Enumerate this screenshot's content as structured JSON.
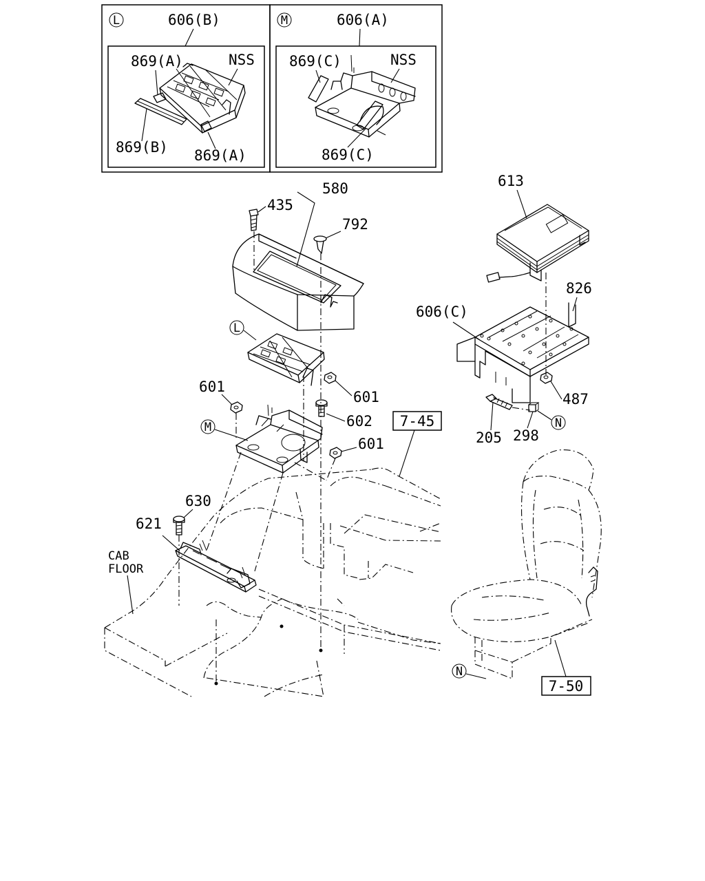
{
  "inset_l": {
    "marker": "L",
    "title": "606(B)",
    "labels": {
      "a_top": "869(A)",
      "nss": "NSS",
      "b": "869(B)",
      "a_bottom": "869(A)"
    }
  },
  "inset_m": {
    "marker": "M",
    "title": "606(A)",
    "labels": {
      "c_top": "869(C)",
      "nss": "NSS",
      "c_bottom": "869(C)"
    }
  },
  "main_labels": {
    "p580": "580",
    "p435": "435",
    "p792": "792",
    "p613": "613",
    "p826": "826",
    "p606c": "606(C)",
    "p487": "487",
    "p205": "205",
    "p298": "298",
    "p601a": "601",
    "p601b": "601",
    "p601c": "601",
    "p602": "602",
    "p630": "630",
    "p621": "621",
    "cab_line1": "CAB",
    "cab_line2": "FLOOR"
  },
  "markers": {
    "l": "L",
    "m": "M",
    "n1": "N",
    "n2": "N"
  },
  "refs": {
    "r745": "7-45",
    "r750": "7-50"
  }
}
